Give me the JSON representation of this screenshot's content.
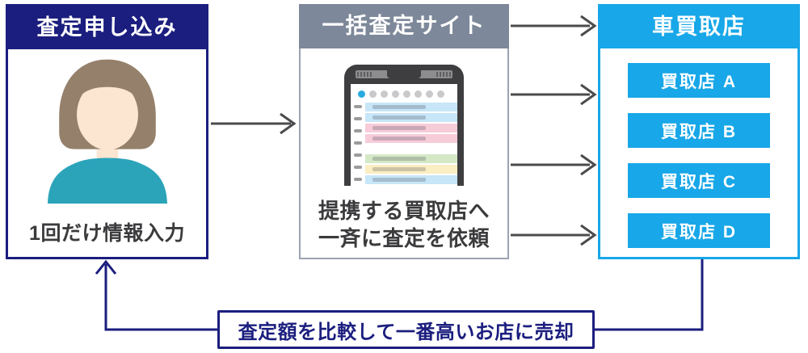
{
  "colors": {
    "navy": "#1b1e7e",
    "slate": "#7d889a",
    "blue": "#18a7e8",
    "arrow_gray": "#4b4b4d",
    "text_dark": "#3b3b3d",
    "skin": "#fce5d1",
    "hair": "#95806b",
    "shirt": "#2ba4ba",
    "phone_accent": "#29abe2"
  },
  "left_box": {
    "title": "査定申し込み",
    "caption": "1回だけ情報入力"
  },
  "middle_box": {
    "title": "一括査定サイト",
    "caption_line1": "提携する買取店へ",
    "caption_line2": "一斉に査定を依頼"
  },
  "right_box": {
    "title": "車買取店",
    "shops": [
      "買取店 A",
      "買取店 B",
      "買取店 C",
      "買取店 D"
    ]
  },
  "bottom_label": "査定額を比較して一番高いお店に売却"
}
